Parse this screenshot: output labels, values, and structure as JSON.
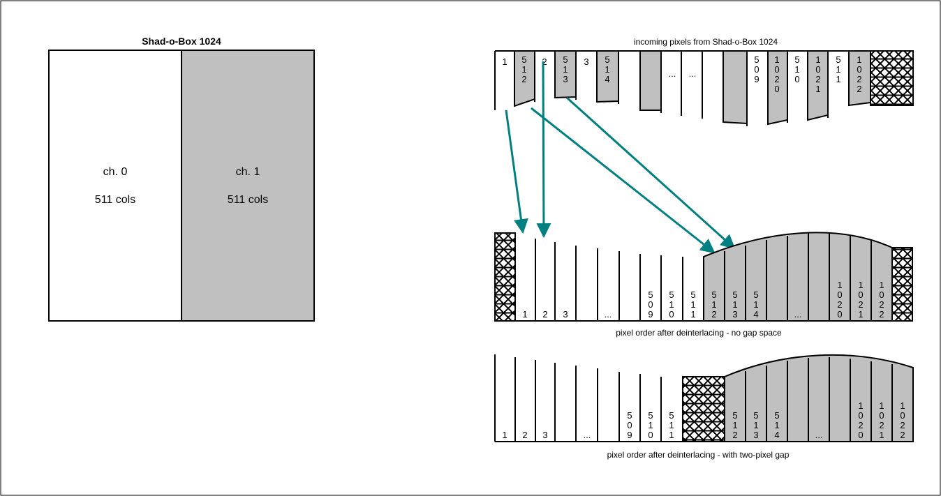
{
  "left_panel": {
    "title": "Shad-o-Box 1024",
    "ch0": {
      "name": "ch. 0",
      "cols": "511 cols"
    },
    "ch1": {
      "name": "ch. 1",
      "cols": "511 cols"
    }
  },
  "incoming": {
    "caption": "incoming pixels from Shad-o-Box 1024",
    "labels": [
      "1",
      "512",
      "2",
      "513",
      "3",
      "514",
      "...",
      "...",
      "509",
      "1020",
      "510",
      "1021",
      "511",
      "1022"
    ]
  },
  "deinterlaced_no_gap": {
    "caption": "pixel order after deinterlacing - no gap space",
    "labels": [
      "1",
      "2",
      "3",
      "...",
      "509",
      "510",
      "511",
      "512",
      "513",
      "514",
      "...",
      "1020",
      "1021",
      "1022"
    ]
  },
  "deinterlaced_gap": {
    "caption": "pixel order after deinterlacing - with two-pixel gap",
    "labels": [
      "1",
      "2",
      "3",
      "...",
      "509",
      "510",
      "511",
      "512",
      "513",
      "514",
      "...",
      "1020",
      "1021",
      "1022"
    ]
  },
  "colors": {
    "gray": "#c0c0c0",
    "arrow": "#008080",
    "border": "#000000"
  }
}
